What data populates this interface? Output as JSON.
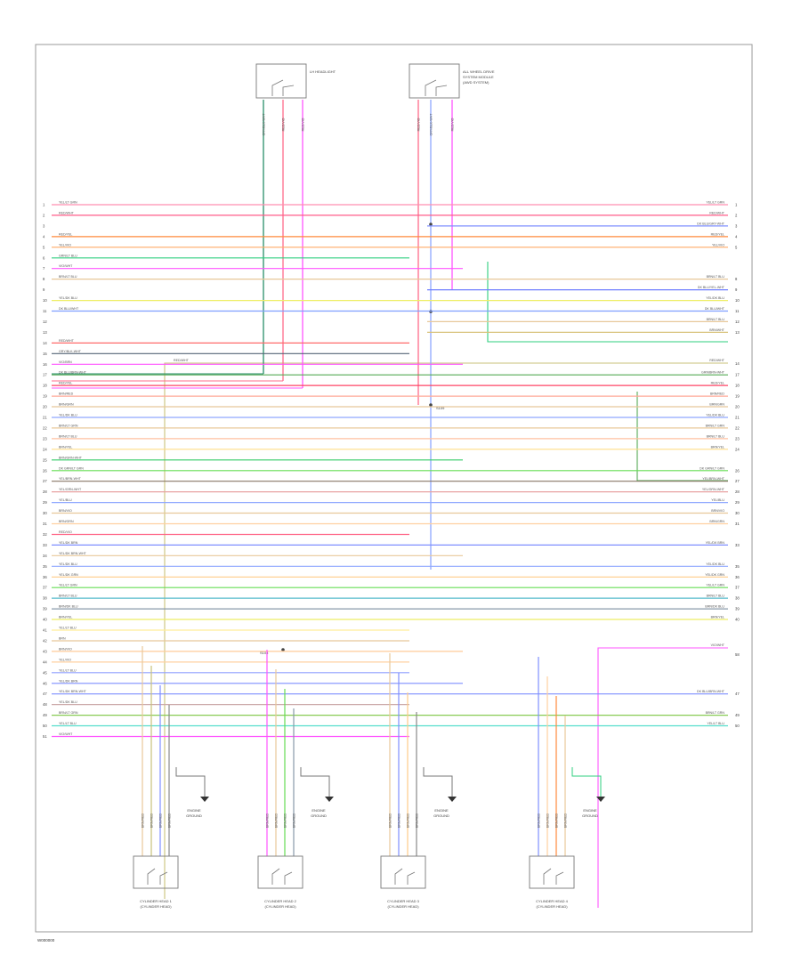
{
  "diagram": {
    "page_id": "W000000",
    "top_connectors": [
      {
        "id": "C1",
        "label": "LH HEADLIGHT",
        "pins": [
          {
            "name": "GRY/BLK-WHT"
          },
          {
            "name": "RED/VIO"
          },
          {
            "name": "RED/VIO"
          }
        ]
      },
      {
        "id": "C2",
        "label": "ALL WHEEL DRIVE SYSTEM MODULE (AWD SYSTEM)",
        "pins": [
          {
            "name": "RED/VIO"
          },
          {
            "name": "GRY/BLK-WHT"
          },
          {
            "name": "RED/VIO"
          }
        ]
      }
    ],
    "wires": [
      {
        "n": "1",
        "left": "YEL/LT GRN",
        "right": "YEL/LT GRN",
        "color": "#ff8fb0"
      },
      {
        "n": "2",
        "left": "RED/WHT",
        "right": "RED/WHT",
        "color": "#ff5c8a"
      },
      {
        "n": "3",
        "left": "",
        "right": "DK BLU/GRY-WHT",
        "color": "#7f8fff"
      },
      {
        "n": "4",
        "left": "RED/YEL",
        "right": "RED/YEL",
        "color": "#ff8a3c"
      },
      {
        "n": "5",
        "left": "YEL/VIO",
        "right": "YEL/VIO",
        "color": "#ffaa66"
      },
      {
        "n": "6",
        "left": "GRN/LT BLU",
        "right": "",
        "color": "#2fcf7f"
      },
      {
        "n": "7",
        "left": "VIO/WHT",
        "right": "",
        "color": "#ff55ff"
      },
      {
        "n": "8",
        "left": "BRN/LT BLU",
        "right": "BRN/LT BLU",
        "color": "#e8c89a"
      },
      {
        "n": "9",
        "left": "",
        "right": "DK BLU/YEL-WHT",
        "color": "#6f7fff"
      },
      {
        "n": "10",
        "left": "YEL/DK BLU",
        "right": "YEL/DK BLU",
        "color": "#eeee66"
      },
      {
        "n": "11",
        "left": "DK BLU/WHT",
        "right": "DK BLU/WHT",
        "color": "#7f9fff"
      },
      {
        "n": "12",
        "left": "",
        "right": "BRN/LT BLU",
        "color": "#e8c89a"
      },
      {
        "n": "13",
        "left": "",
        "right": "BRN/WHT",
        "color": "#d8c27a"
      },
      {
        "n": "14",
        "left": "RED/WHT",
        "right": "",
        "color": "#ff6b6b"
      },
      {
        "n": "15",
        "left": "GRY/BLK-WHT",
        "right": "",
        "color": "#556677"
      },
      {
        "n": "16",
        "left": "VIO/BRN",
        "right": "",
        "color": "#ff55ff"
      },
      {
        "n": "17",
        "left": "DK BLU/BRN-WHT",
        "right": "GRN/BRN-WHT",
        "color": "#55aa55"
      },
      {
        "n": "18",
        "left": "RED/YEL",
        "right": "RED/YEL",
        "color": "#ff4466"
      },
      {
        "n": "19",
        "left": "BRN/RED",
        "right": "BRN/RED",
        "color": "#ffaa99"
      },
      {
        "n": "20",
        "left": "BRN/GRN",
        "right": "BRN/GRN",
        "color": "#e8c89a"
      },
      {
        "n": "21",
        "left": "YEL/DK BLU",
        "right": "YEL/DK BLU",
        "color": "#8fa8ff"
      },
      {
        "n": "22",
        "left": "BRN/LT GRN",
        "right": "BRN/LT GRN",
        "color": "#e8c89a"
      },
      {
        "n": "23",
        "left": "BRN/LT BLU",
        "right": "BRN/LT BLU",
        "color": "#ffc0a0"
      },
      {
        "n": "24",
        "left": "BRN/YEL",
        "right": "BRN/YEL",
        "color": "#ffdd88"
      },
      {
        "n": "25",
        "left": "BRN/GRN-WHT",
        "right": "",
        "color": "#33cc66"
      },
      {
        "n": "26",
        "left": "DK GRN/LT GRN",
        "right": "DK GRN/LT GRN",
        "color": "#66dd55"
      },
      {
        "n": "27",
        "left": "YEL/BRN-WHT",
        "right": "YEL/BRN-WHT",
        "color": "#887766"
      },
      {
        "n": "28",
        "left": "YEL/GRN-WHT",
        "right": "YEL/GRN-WHT",
        "color": "#e8a3a3"
      },
      {
        "n": "29",
        "left": "YEL/BLU",
        "right": "YEL/BLU",
        "color": "#8fa8ff"
      },
      {
        "n": "30",
        "left": "BRN/VIO",
        "right": "BRN/VIO",
        "color": "#e8c89a"
      },
      {
        "n": "31",
        "left": "BRN/GRN",
        "right": "BRN/GRN",
        "color": "#ffd0a0"
      },
      {
        "n": "32",
        "left": "RED/VIO",
        "right": "",
        "color": "#ff6688"
      },
      {
        "n": "33",
        "left": "YEL/DK BRN",
        "right": "YEL/DK BRN",
        "color": "#7f8fff"
      },
      {
        "n": "34",
        "left": "YEL/DK BRN-WHT",
        "right": "",
        "color": "#e8c89a"
      },
      {
        "n": "35",
        "left": "YEL/DK BLU",
        "right": "YEL/DK BLU",
        "color": "#8fa8ff"
      },
      {
        "n": "36",
        "left": "YEL/DK GRN",
        "right": "YEL/DK GRN",
        "color": "#ffcc88"
      },
      {
        "n": "37",
        "left": "YEL/LT GRN",
        "right": "YEL/LT GRN",
        "color": "#66dd55"
      },
      {
        "n": "38",
        "left": "BRN/LT BLU",
        "right": "BRN/LT BLU",
        "color": "#55bbcc"
      },
      {
        "n": "39",
        "left": "BRN/DK BLU",
        "right": "BRN/DK BLU",
        "color": "#8899aa"
      },
      {
        "n": "40",
        "left": "BRN/YEL",
        "right": "BRN/YEL",
        "color": "#eeee66"
      },
      {
        "n": "41",
        "left": "YEL/LT BLU",
        "right": "",
        "color": "#ffee99"
      },
      {
        "n": "42",
        "left": "BRN",
        "right": "",
        "color": "#e8c89a"
      },
      {
        "n": "43",
        "left": "BRN/VIO",
        "right": "",
        "color": "#ffcc99"
      },
      {
        "n": "44",
        "left": "YEL/VIO",
        "right": "",
        "color": "#ffd0a0"
      },
      {
        "n": "45",
        "left": "YEL/LT BLU",
        "right": "",
        "color": "#8f9fff"
      },
      {
        "n": "46",
        "left": "YEL/DK BRN",
        "right": "",
        "color": "#7f8fff"
      },
      {
        "n": "47",
        "left": "YEL/DK BRN-WHT",
        "right": "DK BLU/BRN-WHT",
        "color": "#7f8fff"
      },
      {
        "n": "48",
        "left": "YEL/DK BLU",
        "right": "",
        "color": "#ccaaaa"
      },
      {
        "n": "49",
        "left": "BRN/LT GRN",
        "right": "BRN/LT GRN",
        "color": "#88cc55"
      },
      {
        "n": "50",
        "left": "YEL/LT BLU",
        "right": "YEL/LT BLU",
        "color": "#55ddcc"
      },
      {
        "n": "51",
        "left": "VIO/WHT",
        "right": "",
        "color": "#ff55ff"
      }
    ],
    "right_extra": [
      {
        "label": "VIO/WHT",
        "n": "58"
      },
      {
        "label": "RED/WHT",
        "n": "14"
      }
    ],
    "splices": [
      "S108",
      "S109"
    ],
    "bottom_connectors": [
      {
        "id": "B1",
        "label": "CYLINDER HEAD 1 (CYLINDER HEAD)",
        "ground": "ENGINE GROUND"
      },
      {
        "id": "B2",
        "label": "CYLINDER HEAD 2 (CYLINDER HEAD)",
        "ground": "ENGINE GROUND"
      },
      {
        "id": "B3",
        "label": "CYLINDER HEAD 3 (CYLINDER HEAD)",
        "ground": "ENGINE GROUND"
      },
      {
        "id": "B4",
        "label": "CYLINDER HEAD 4 (CYLINDER HEAD)",
        "ground": "ENGINE GROUND"
      }
    ],
    "colors": {
      "border": "#999999",
      "text": "#555555"
    }
  }
}
